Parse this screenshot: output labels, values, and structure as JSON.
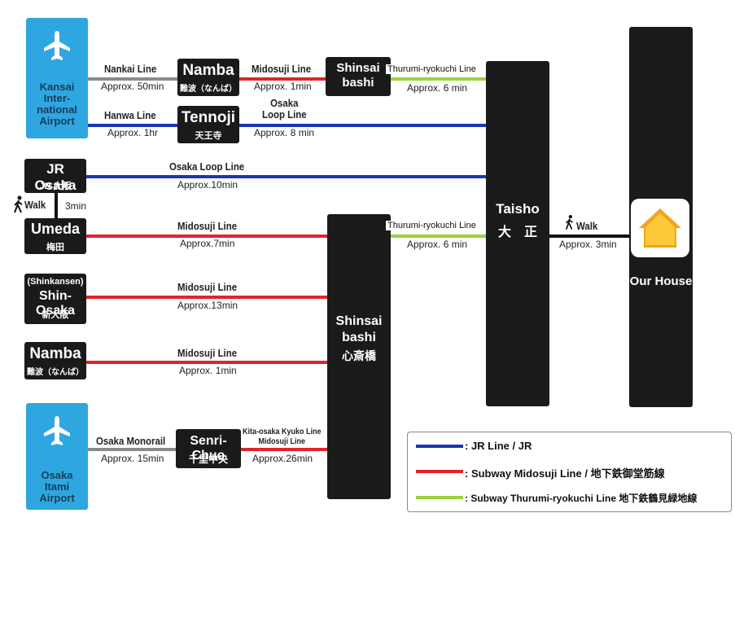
{
  "airports": {
    "kansai": {
      "name": "Kansai\nInter-\nnational\nAirport",
      "icon": "airplane-icon"
    },
    "itami": {
      "name": "Osaka\nItami\nAirport",
      "icon": "airplane-icon"
    }
  },
  "stations": {
    "namba_top": {
      "name": "Namba",
      "sub": "難波（なんば）"
    },
    "tennoji": {
      "name": "Tennoji",
      "sub": "天王寺"
    },
    "shinsaibashi_top": {
      "name": "Shinsai\nbashi"
    },
    "jr_osaka": {
      "name": "JR Osaka",
      "sub": "JR 大阪"
    },
    "umeda": {
      "name": "Umeda",
      "sub": "梅田"
    },
    "shin_osaka": {
      "pre": "(Shinkansen)",
      "name": "Shin-Osaka",
      "sub": "新大阪"
    },
    "namba_low": {
      "name": "Namba",
      "sub": "難波（なんば）"
    },
    "senri_chuo": {
      "name": "Senri-Chuo",
      "sub": "千里中央"
    },
    "shinsaibashi_big": {
      "name": "Shinsai\nbashi",
      "sub": "心斎橋"
    },
    "taisho": {
      "name": "Taisho",
      "sub": "大　正"
    },
    "house": {
      "name": "Our House",
      "icon": "house-icon"
    }
  },
  "routes": {
    "nankai": {
      "line": "Nankai Line",
      "time": "Approx. 50min"
    },
    "hanwa": {
      "line": "Hanwa Line",
      "time": "Approx. 1hr"
    },
    "midosuji_namba_top": {
      "line": "Midosuji Line",
      "time": "Approx. 1min"
    },
    "osaka_loop_tennoji": {
      "line": "Osaka\nLoop Line",
      "time": "Approx. 8 min"
    },
    "thurumi_top": {
      "line": "Thurumi-ryokuchi Line",
      "time": "Approx. 6 min"
    },
    "osaka_loop_jr": {
      "line": "Osaka Loop Line",
      "time": "Approx.10min"
    },
    "walk_jr_umeda": {
      "line": "Walk",
      "time": "3min"
    },
    "midosuji_umeda": {
      "line": "Midosuji Line",
      "time": "Approx.7min"
    },
    "thurumi_mid": {
      "line": "Thurumi-ryokuchi Line",
      "time": "Approx. 6 min"
    },
    "walk_house": {
      "line": "Walk",
      "time": "Approx. 3min"
    },
    "midosuji_shin_osaka": {
      "line": "Midosuji Line",
      "time": "Approx.13min"
    },
    "midosuji_namba_low": {
      "line": "Midosuji Line",
      "time": "Approx. 1min"
    },
    "monorail": {
      "line": "Osaka Monorail",
      "time": "Approx. 15min"
    },
    "kita_osaka": {
      "line": "Kita-osaka Kyuko Line\nMidosuji Line",
      "time": "Approx.26min"
    }
  },
  "legend": {
    "jr": {
      "label": ": JR Line / JR",
      "color": "#1a35b5"
    },
    "midosuji": {
      "label": ": Subway Midosuji Line / 地下鉄御堂筋線",
      "color": "#e0242b"
    },
    "thurumi": {
      "label": ": Subway Thurumi-ryokuchi Line 地下鉄鶴見緑地線",
      "color": "#9ad33b"
    }
  }
}
